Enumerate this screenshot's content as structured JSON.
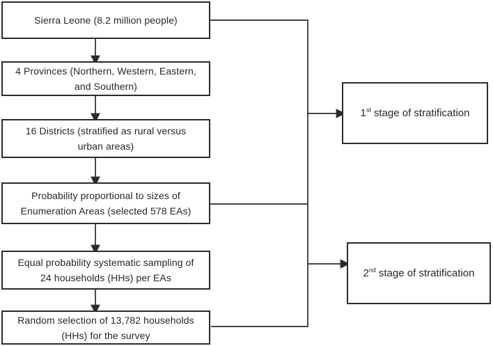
{
  "flow_boxes": [
    {
      "name": "sierra-leone",
      "lines": [
        "Sierra Leone (8.2 million people)"
      ]
    },
    {
      "name": "provinces",
      "lines": [
        "4 Provinces (Northern, Western, Eastern,",
        "and Southern)"
      ]
    },
    {
      "name": "districts",
      "lines": [
        "16 Districts (stratified as rural versus",
        "urban areas)"
      ]
    },
    {
      "name": "pps-sampling",
      "lines": [
        "Probability proportional to sizes of",
        "Enumeration Areas (selected 578 EAs)"
      ]
    },
    {
      "name": "eps-sampling",
      "lines": [
        "Equal probability systematic sampling of",
        "24 households (HHs) per EAs"
      ]
    },
    {
      "name": "random-selection",
      "lines": [
        "Random selection of 13,782 households",
        "(HHs) for the survey"
      ]
    }
  ],
  "stage_boxes": [
    {
      "ordinal": "1",
      "suffix": "st",
      "label": "stage of stratification"
    },
    {
      "ordinal": "2",
      "suffix": "nd",
      "label": "stage of stratification"
    }
  ],
  "colors": {
    "line": "#2b2b2b",
    "box_border": "#2b2b2b",
    "text": "#2a2627",
    "background": "#ffffff"
  }
}
